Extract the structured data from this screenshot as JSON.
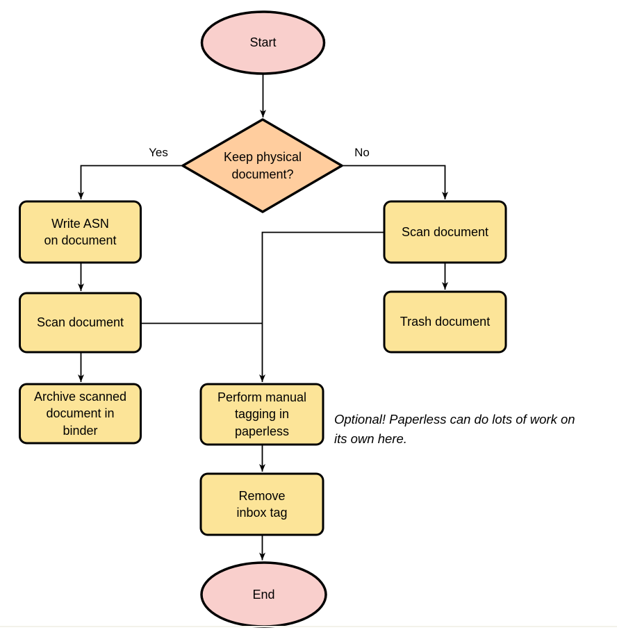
{
  "colors": {
    "terminator-fill": "#F9CFCC",
    "decision-fill": "#FFCD9E",
    "process-fill": "#FCE498",
    "shape-stroke": "#000000",
    "edge-stroke": "#000000"
  },
  "flowchart": {
    "nodes": {
      "start": "Start",
      "decision": "Keep physical\ndocument?",
      "write_asn": "Write ASN\non document",
      "scan_left": "Scan document",
      "archive": "Archive scanned\ndocument in\nbinder",
      "scan_right": "Scan document",
      "trash": "Trash document",
      "tagging": "Perform manual\ntagging in\npaperless",
      "remove_inbox": "Remove\ninbox tag",
      "end": "End"
    },
    "edge_labels": {
      "yes": "Yes",
      "no": "No"
    },
    "note": "Optional! Paperless can do lots of work on\nits own here."
  }
}
